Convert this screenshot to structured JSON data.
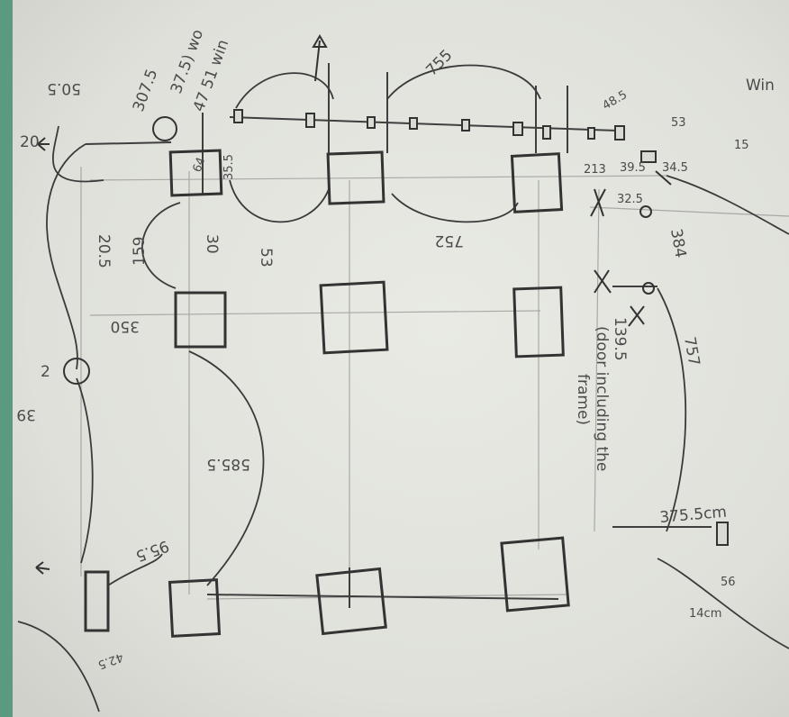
{
  "photo": {
    "subject": "hand-drawn pencil floor-plan sketch on paper",
    "colors": {
      "border": "#5a9a80",
      "paper": "#e4e5df",
      "pencil": "#4a4a4a"
    }
  },
  "annotations": {
    "a_307_5": "307.5",
    "a_37_5": "37.5) wo",
    "a_47_51": "47 51 win",
    "a_50_5": "50.5",
    "a_20": "20",
    "a_64": "64",
    "a_35_5": "35.5",
    "a_53": "53",
    "a_159": "159",
    "a_30": "30",
    "a_20_5": "20.5",
    "a_350": "350",
    "a_2": "2",
    "a_39": "39",
    "a_585_5": "585.5",
    "a_755": "755",
    "a_752": "752",
    "a_48_5": "48.5",
    "a_53b": "53",
    "a_15": "15",
    "a_213": "213",
    "a_39_5": "39.5",
    "a_34_5": "34.5",
    "a_32_5": "32.5",
    "a_384": "384",
    "a_139_5": "139.5",
    "a_door1": "(door including the",
    "a_door2": "frame)",
    "a_757": "757",
    "a_375_5": "375.5cm",
    "a_56": "56",
    "a_14cm": "14cm",
    "a_95_5": "95.5",
    "a_42_5": "42.5",
    "a_win": "Win"
  }
}
